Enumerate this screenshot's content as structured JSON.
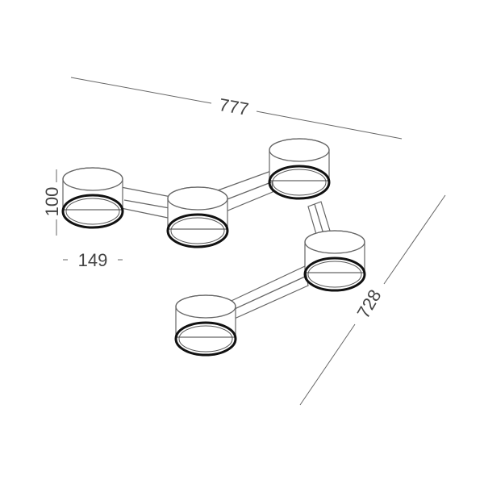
{
  "dimensions": {
    "total_width": "777",
    "depth": "728",
    "height": "100",
    "diameter": "149"
  },
  "colors": {
    "line": "#666666",
    "rim": "#111111",
    "text": "#444444",
    "background": "#ffffff"
  }
}
